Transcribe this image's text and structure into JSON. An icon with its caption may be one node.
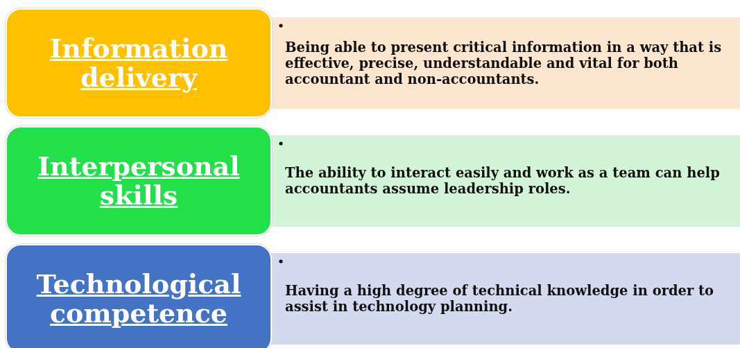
{
  "diagram": {
    "nodes": [
      {
        "text": [
          "Information delivery"
        ]
      },
      {
        "text": [
          "Being able to present critical information in a way that is effective, precise, understandable and vital for both accountant and non-accountants."
        ]
      },
      {
        "text": [
          "Interpersonal skills"
        ]
      },
      {
        "text": [
          "The ability to interact easily and work as a team can help accountants assume leadership roles."
        ]
      },
      {
        "text": [
          "Technological competence"
        ]
      },
      {
        "text": [
          "Having a high degree of technical knowledge in order to assist in technology planning."
        ]
      }
    ]
  }
}
